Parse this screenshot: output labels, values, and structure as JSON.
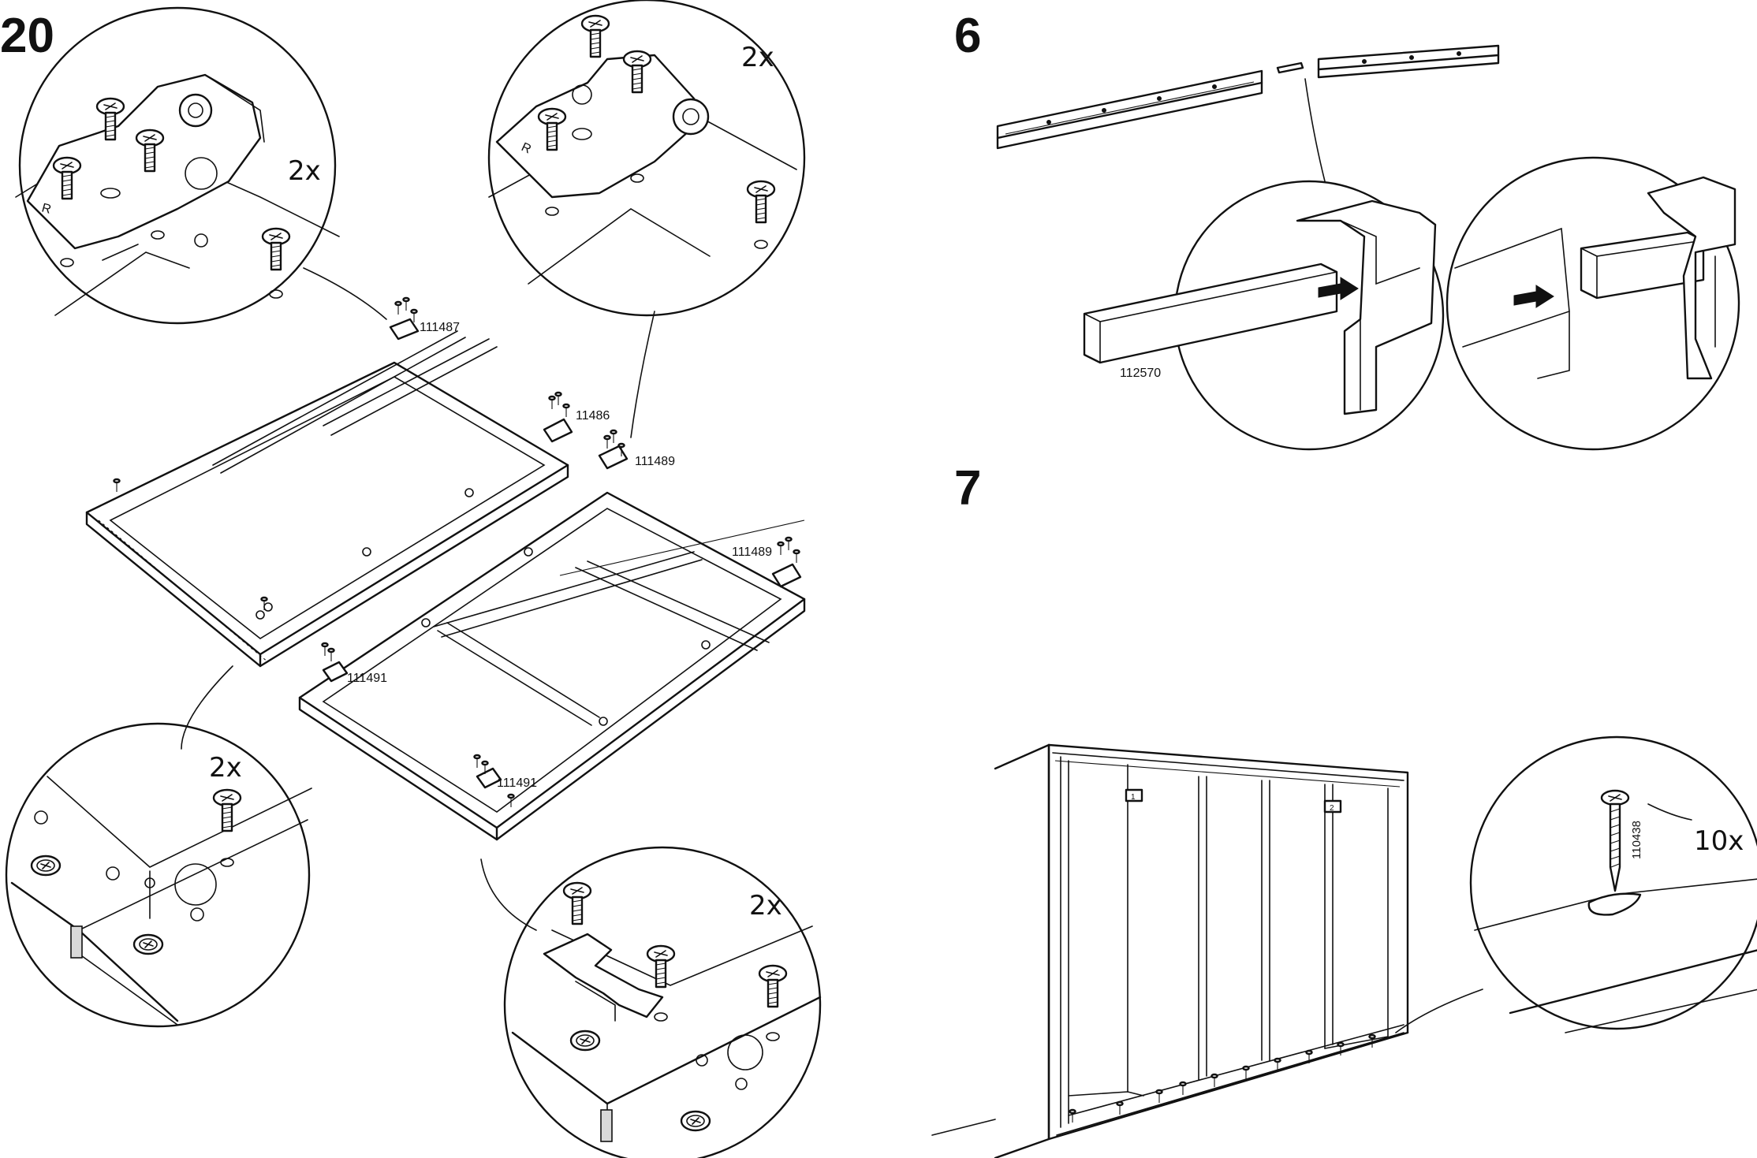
{
  "steps": {
    "step20": {
      "number": "20"
    },
    "step6": {
      "number": "6"
    },
    "step7": {
      "number": "7"
    }
  },
  "callouts": {
    "top_left_qty": "2x",
    "top_right_qty": "2x",
    "bottom_left_qty": "2x",
    "bottom_right_qty": "2x",
    "wardrobe_qty": "10x"
  },
  "parts": {
    "p111487": "111487",
    "p11486": "11486",
    "p111489_a": "111489",
    "p111489_b": "111489",
    "p111491_a": "111491",
    "p111491_b": "111491",
    "p112570": "112570",
    "p110438": "110438"
  },
  "wardrobe_tags": {
    "left": "1",
    "right": "2"
  },
  "icons": [
    "screw-icon",
    "arrow-right-icon",
    "hinge-bracket-icon",
    "wood-dowel-icon"
  ]
}
